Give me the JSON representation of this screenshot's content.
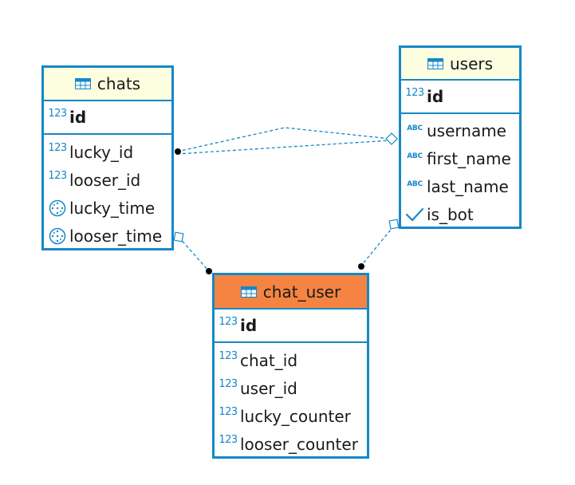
{
  "colors": {
    "border": "#1588c8",
    "header_normal": "#fdfde0",
    "header_selected": "#f58442",
    "link": "#1588c8"
  },
  "entities": {
    "chats": {
      "name": "chats",
      "pk": {
        "name": "id",
        "icon": "number-icon",
        "icon_text": "123"
      },
      "columns": [
        {
          "name": "lucky_id",
          "icon": "number-icon",
          "icon_text": "123"
        },
        {
          "name": "looser_id",
          "icon": "number-icon",
          "icon_text": "123"
        },
        {
          "name": "lucky_time",
          "icon": "clock-icon",
          "icon_text": ""
        },
        {
          "name": "looser_time",
          "icon": "clock-icon",
          "icon_text": ""
        }
      ]
    },
    "users": {
      "name": "users",
      "pk": {
        "name": "id",
        "icon": "number-icon",
        "icon_text": "123"
      },
      "columns": [
        {
          "name": "username",
          "icon": "text-icon",
          "icon_text": "ABC"
        },
        {
          "name": "first_name",
          "icon": "text-icon",
          "icon_text": "ABC"
        },
        {
          "name": "last_name",
          "icon": "text-icon",
          "icon_text": "ABC"
        },
        {
          "name": "is_bot",
          "icon": "checkmark-icon",
          "icon_text": ""
        }
      ]
    },
    "chat_user": {
      "name": "chat_user",
      "pk": {
        "name": "id",
        "icon": "number-icon",
        "icon_text": "123"
      },
      "columns": [
        {
          "name": "chat_id",
          "icon": "number-icon",
          "icon_text": "123"
        },
        {
          "name": "user_id",
          "icon": "number-icon",
          "icon_text": "123"
        },
        {
          "name": "lucky_counter",
          "icon": "number-icon",
          "icon_text": "123"
        },
        {
          "name": "looser_counter",
          "icon": "number-icon",
          "icon_text": "123"
        }
      ]
    }
  }
}
